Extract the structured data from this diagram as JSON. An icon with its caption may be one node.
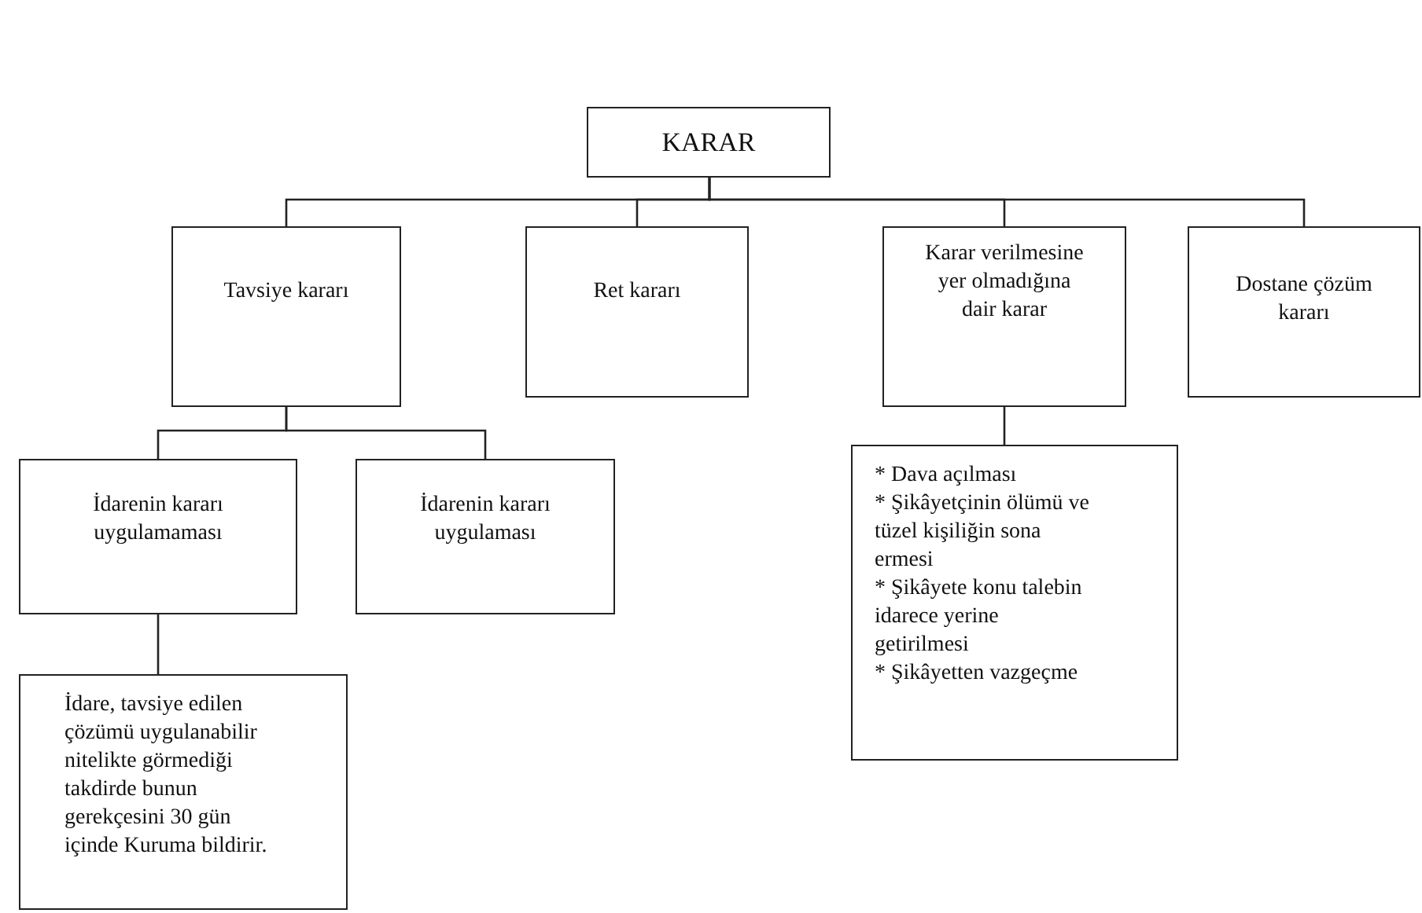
{
  "diagram": {
    "nodes": [
      {
        "text": [
          "KARAR"
        ]
      },
      {
        "text": [
          "Tavsiye kararı"
        ]
      },
      {
        "text": [
          "Ret kararı"
        ]
      },
      {
        "text": [
          "Karar verilmesine yer olmadığına dair karar"
        ]
      },
      {
        "text": [
          "Dostane çözüm kararı"
        ]
      },
      {
        "text": [
          "İdarenin kararı uygulamaması"
        ]
      },
      {
        "text": [
          "İdarenin kararı uygulaması"
        ]
      },
      {
        "text": [
          "İdare, tavsiye edilen çözümü uygulanabilir nitelikte görmediği takdirde bunun gerekçesini 30 gün içinde Kuruma bildirir."
        ]
      },
      {
        "text": [
          "* Dava açılması",
          "* Şikâyetçinin ölümü ve tüzel kişiliğin sona ermesi",
          "* Şikâyete konu talebin idarece yerine getirilmesi",
          "* Şikâyetten vazgeçme"
        ]
      }
    ],
    "edges": [
      {
        "from": 0,
        "to": 1,
        "arrow": "none"
      },
      {
        "from": 0,
        "to": 2,
        "arrow": "none"
      },
      {
        "from": 0,
        "to": 3,
        "arrow": "none"
      },
      {
        "from": 0,
        "to": 4,
        "arrow": "none"
      },
      {
        "from": 1,
        "to": 5,
        "arrow": "none"
      },
      {
        "from": 1,
        "to": 6,
        "arrow": "none"
      },
      {
        "from": 5,
        "to": 7,
        "arrow": "none"
      },
      {
        "from": 3,
        "to": 8,
        "arrow": "none"
      }
    ]
  }
}
